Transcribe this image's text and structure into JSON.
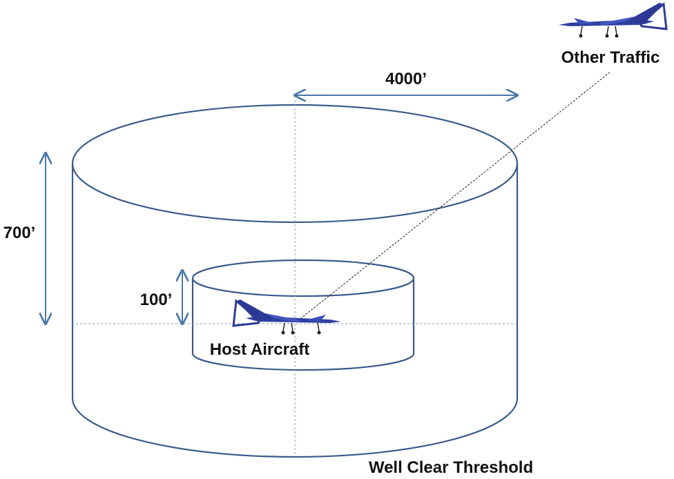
{
  "labels": {
    "other_traffic": "Other Traffic",
    "horizontal_dimension": "4000’",
    "outer_height": "700’",
    "inner_height": "100’",
    "host_aircraft": "Host Aircraft",
    "well_clear_threshold": "Well Clear Threshold"
  },
  "colors": {
    "cylinder_stroke": "#3a5a8a",
    "arrow": "#4a78a8",
    "guide_line": "#7a9cc4",
    "aircraft_body": "#2f3fa0",
    "aircraft_gear": "#222222",
    "text": "#111111"
  },
  "icons": {
    "other_traffic_icon": "uav-drone-icon",
    "host_aircraft_icon": "uav-drone-icon"
  }
}
